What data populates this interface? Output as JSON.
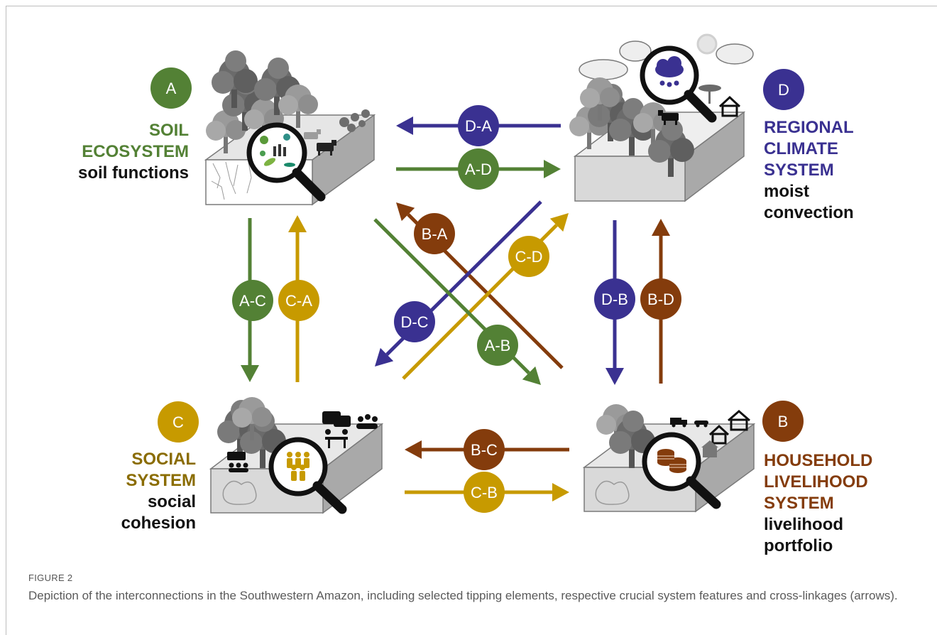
{
  "colors": {
    "A": "#538135",
    "B": "#843c0c",
    "C": "#c79a00",
    "D": "#3a3191",
    "c_title": "#8a6c00",
    "gray_dark": "#6e6e6e",
    "gray_light": "#d9d9d9"
  },
  "systems": {
    "A": {
      "letter": "A",
      "title_lines": [
        "SOIL",
        "ECOSYSTEM"
      ],
      "feature_lines": [
        "soil functions"
      ]
    },
    "B": {
      "letter": "B",
      "title_lines": [
        "HOUSEHOLD",
        "LIVELIHOOD",
        "SYSTEM"
      ],
      "feature_lines": [
        "livelihood",
        "portfolio"
      ]
    },
    "C": {
      "letter": "C",
      "title_lines": [
        "SOCIAL",
        "SYSTEM"
      ],
      "feature_lines": [
        "social",
        "cohesion"
      ]
    },
    "D": {
      "letter": "D",
      "title_lines": [
        "REGIONAL",
        "CLIMATE",
        "SYSTEM"
      ],
      "feature_lines": [
        "moist",
        "convection"
      ]
    }
  },
  "links": [
    "D-A",
    "A-D",
    "A-C",
    "C-A",
    "D-B",
    "B-D",
    "B-C",
    "C-B",
    "B-A",
    "C-D",
    "D-C",
    "A-B"
  ],
  "icons": {
    "A": "soil-organisms-magnifier-icon",
    "B": "coins-magnifier-icon",
    "C": "people-group-magnifier-icon",
    "D": "rain-cloud-magnifier-icon"
  },
  "caption": {
    "label": "FIGURE 2",
    "text": "Depiction of the interconnections in the Southwestern Amazon, including selected tipping elements, respective crucial system features and cross-linkages (arrows)."
  }
}
